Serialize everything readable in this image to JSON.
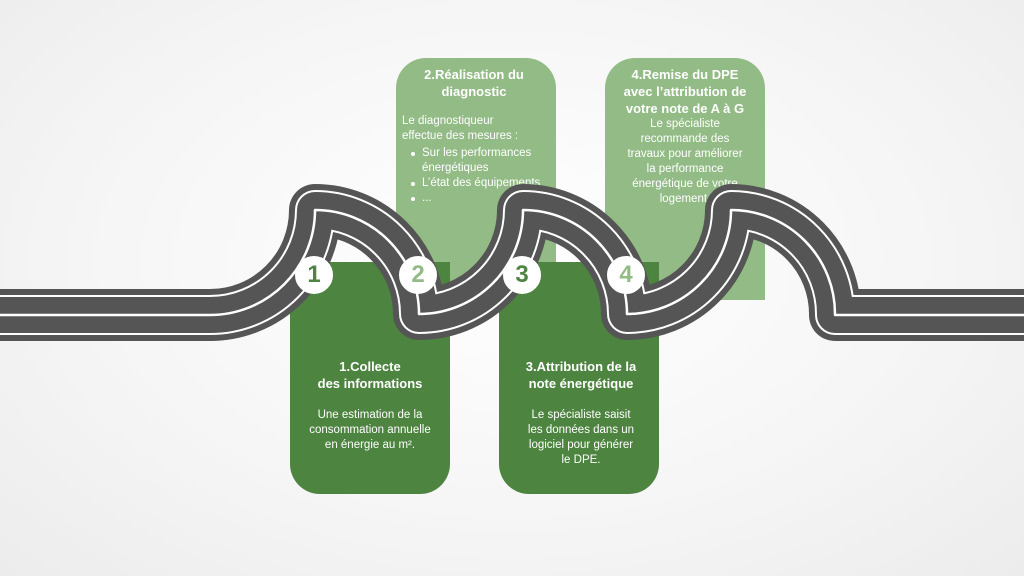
{
  "colors": {
    "dark_green": "#4d8440",
    "light_green": "#93bb86",
    "road": "#555555",
    "road_lines": "#ffffff"
  },
  "steps": [
    {
      "number": "1",
      "title_lines": [
        "1.Collecte",
        "des informations"
      ],
      "body": "Une estimation de la consommation annuelle en énergie au m².",
      "bullets": []
    },
    {
      "number": "2",
      "title_lines": [
        "2.Réalisation du",
        "diagnostic"
      ],
      "body": "Le diagnostiqueur effectue des mesures :",
      "bullets": [
        "Sur les performances énergétiques",
        "L’état des équipements",
        "..."
      ]
    },
    {
      "number": "3",
      "title_lines": [
        "3.Attribution de la",
        "note énergétique"
      ],
      "body": "Le spécialiste saisit les données dans un logiciel pour générer le DPE.",
      "bullets": []
    },
    {
      "number": "4",
      "title_lines": [
        "4.Remise du DPE",
        "avec l’attribution de",
        "votre note de A à G"
      ],
      "body": "Le spécialiste recommande des travaux pour améliorer la performance énergétique de votre logement.",
      "bullets": []
    }
  ]
}
